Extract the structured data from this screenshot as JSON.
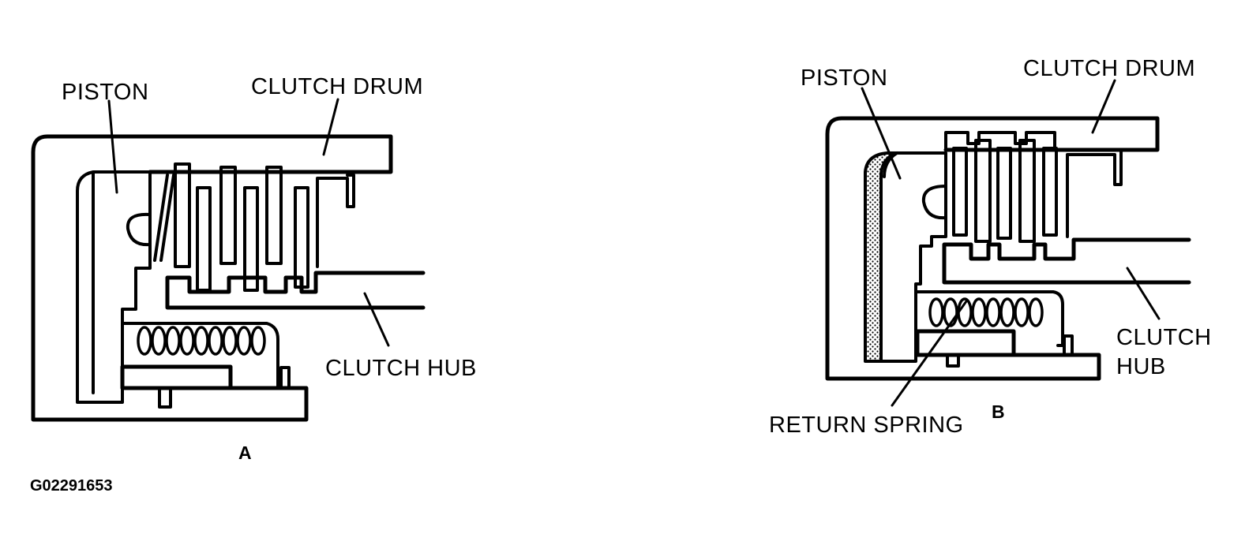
{
  "diagram_a": {
    "labels": {
      "piston": "PISTON",
      "clutch_drum": "CLUTCH DRUM",
      "clutch_hub": "CLUTCH HUB"
    },
    "caption": "A"
  },
  "diagram_b": {
    "labels": {
      "piston": "PISTON",
      "clutch_drum": "CLUTCH DRUM",
      "clutch_hub_line1": "CLUTCH",
      "clutch_hub_line2": "HUB",
      "return_spring": "RETURN SPRING"
    },
    "caption": "B"
  },
  "figure_id": "G02291653",
  "colors": {
    "ink": "#000000",
    "background": "#ffffff",
    "seal_hatch": "#000000"
  }
}
